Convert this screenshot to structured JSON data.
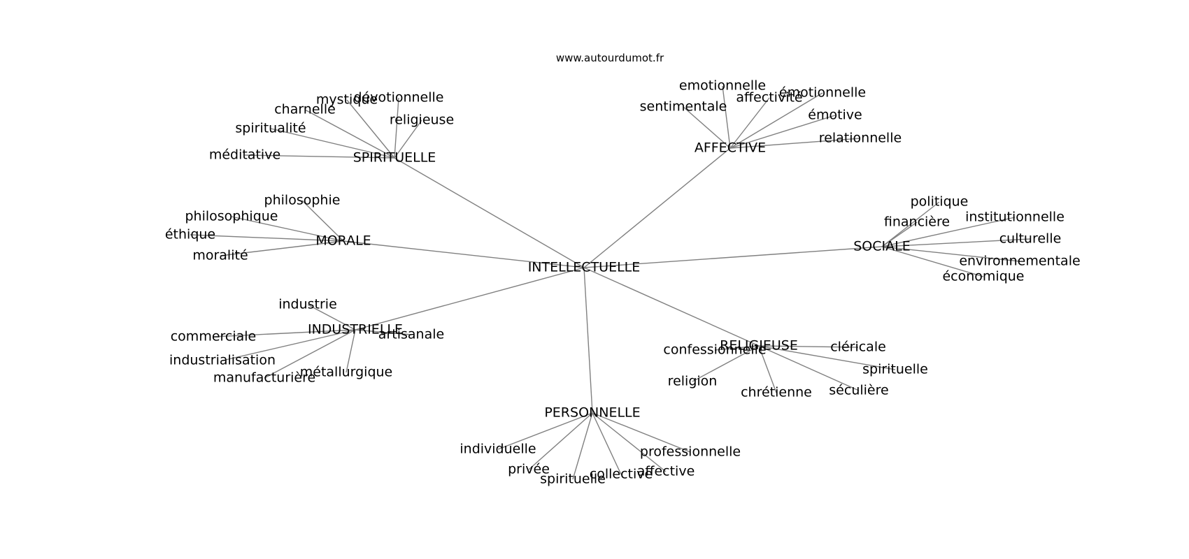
{
  "site": "www.autourdumot.fr",
  "graph": {
    "center": "INTELLECTUELLE",
    "hubs": [
      {
        "label": "SPIRITUELLE",
        "leaves": [
          "mystique",
          "dévotionnelle",
          "charnelle",
          "religieuse",
          "spiritualité",
          "méditative"
        ]
      },
      {
        "label": "AFFECTIVE",
        "leaves": [
          "emotionnelle",
          "affectivité",
          "émotionnelle",
          "sentimentale",
          "émotive",
          "relationnelle"
        ]
      },
      {
        "label": "MORALE",
        "leaves": [
          "philosophie",
          "philosophique",
          "éthique",
          "moralité"
        ]
      },
      {
        "label": "SOCIALE",
        "leaves": [
          "politique",
          "institutionnelle",
          "financière",
          "culturelle",
          "environnementale",
          "économique"
        ]
      },
      {
        "label": "INDUSTRIELLE",
        "leaves": [
          "industrie",
          "commerciale",
          "artisanale",
          "industrialisation",
          "manufacturière",
          "métallurgique"
        ]
      },
      {
        "label": "RELIGIEUSE",
        "leaves": [
          "confessionnelle",
          "cléricale",
          "spirituelle",
          "religion",
          "chrétienne",
          "séculière"
        ]
      },
      {
        "label": "PERSONNELLE",
        "leaves": [
          "individuelle",
          "professionnelle",
          "privée",
          "affective",
          "collective",
          "spirituelle"
        ]
      }
    ]
  }
}
